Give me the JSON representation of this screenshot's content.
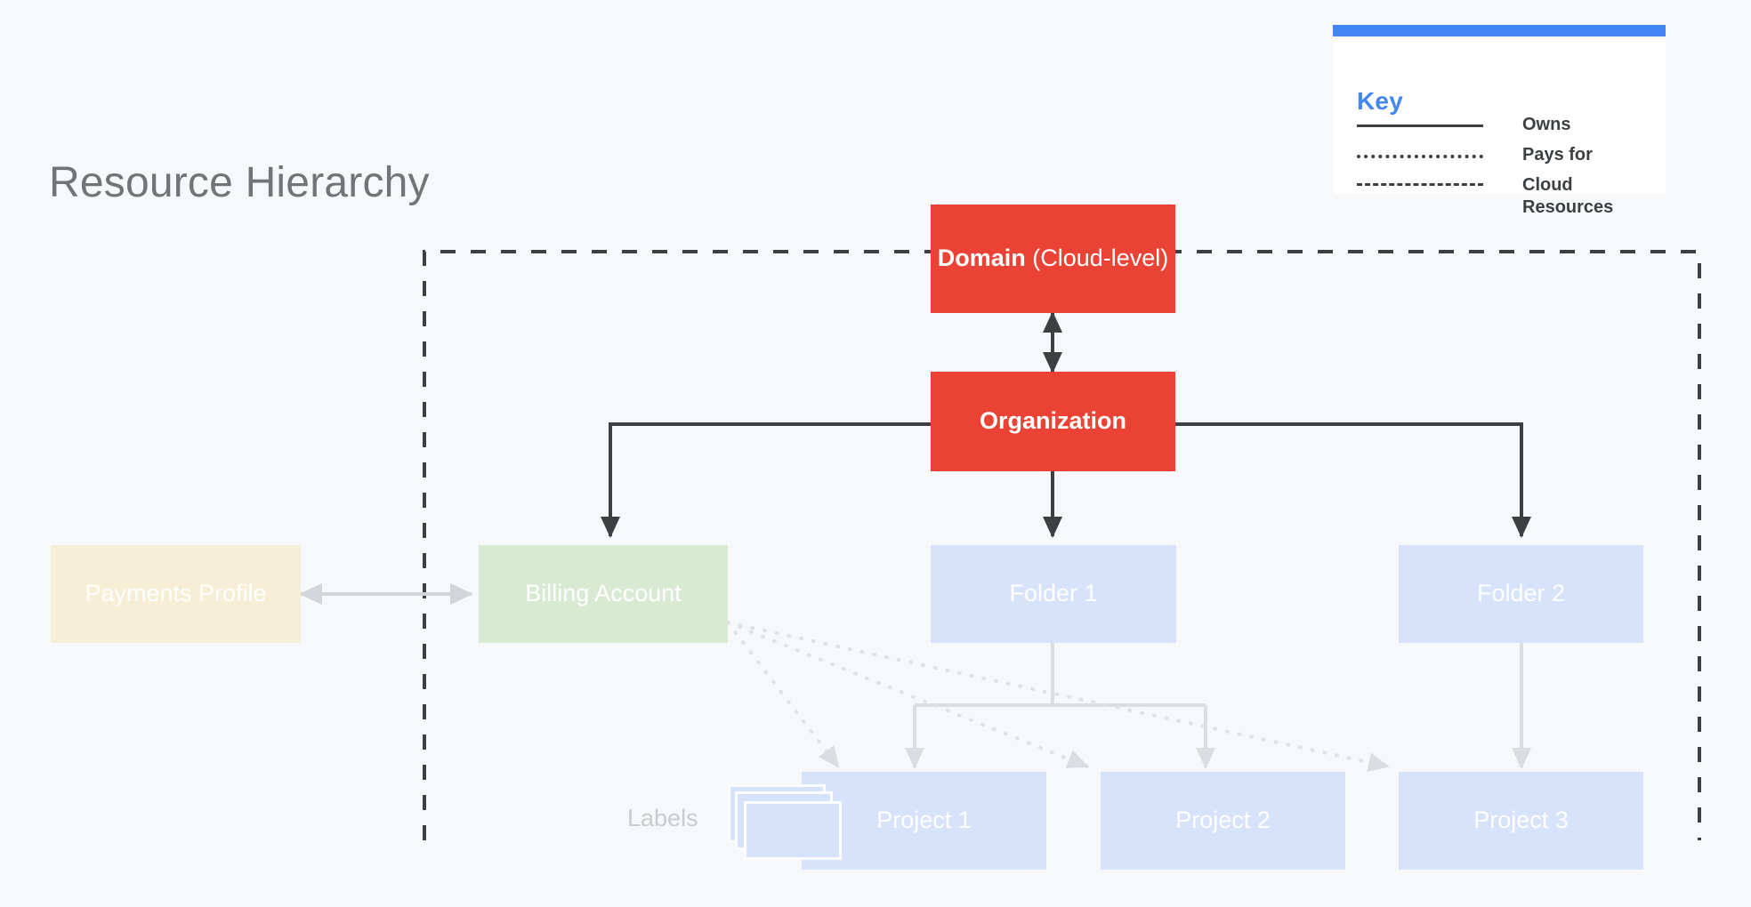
{
  "page": {
    "title": "Resource Hierarchy",
    "background": "#f7f8fa"
  },
  "key": {
    "title": "Key",
    "accent": "#4285f4",
    "items": [
      {
        "style": "solid",
        "label": "Owns"
      },
      {
        "style": "dotted",
        "label": "Pays for"
      },
      {
        "style": "dashed",
        "label": "Cloud Resources"
      }
    ]
  },
  "diagram": {
    "boundary_label": "Cloud Resources",
    "labels_caption": "Labels",
    "nodes": {
      "domain": {
        "name_bold": "Domain",
        "name_rest": " (Cloud-level)",
        "color": "#ea4335"
      },
      "organization": {
        "label": "Organization",
        "color": "#ea4335"
      },
      "payments_profile": {
        "label": "Payments Profile",
        "color": "#f7eed6"
      },
      "billing_account": {
        "label": "Billing Account",
        "color": "#d9ead3"
      },
      "folder1": {
        "label": "Folder 1",
        "color": "#d7e3fa"
      },
      "folder2": {
        "label": "Folder 2",
        "color": "#d7e3fa"
      },
      "project1": {
        "label": "Project 1",
        "color": "#d7e3fa"
      },
      "project2": {
        "label": "Project 2",
        "color": "#d7e3fa"
      },
      "project3": {
        "label": "Project 3",
        "color": "#d7e3fa"
      }
    },
    "edges": [
      {
        "from": "domain",
        "to": "organization",
        "type": "owns",
        "bidirectional": true
      },
      {
        "from": "organization",
        "to": "billing_account",
        "type": "owns"
      },
      {
        "from": "organization",
        "to": "folder1",
        "type": "owns"
      },
      {
        "from": "organization",
        "to": "folder2",
        "type": "owns"
      },
      {
        "from": "payments_profile",
        "to": "billing_account",
        "type": "owns",
        "bidirectional": true
      },
      {
        "from": "folder1",
        "to": "project1",
        "type": "owns"
      },
      {
        "from": "folder1",
        "to": "project2",
        "type": "owns"
      },
      {
        "from": "folder2",
        "to": "project3",
        "type": "owns"
      },
      {
        "from": "billing_account",
        "to": "project1",
        "type": "pays-for"
      },
      {
        "from": "billing_account",
        "to": "project2",
        "type": "pays-for"
      },
      {
        "from": "billing_account",
        "to": "project3",
        "type": "pays-for"
      }
    ]
  }
}
